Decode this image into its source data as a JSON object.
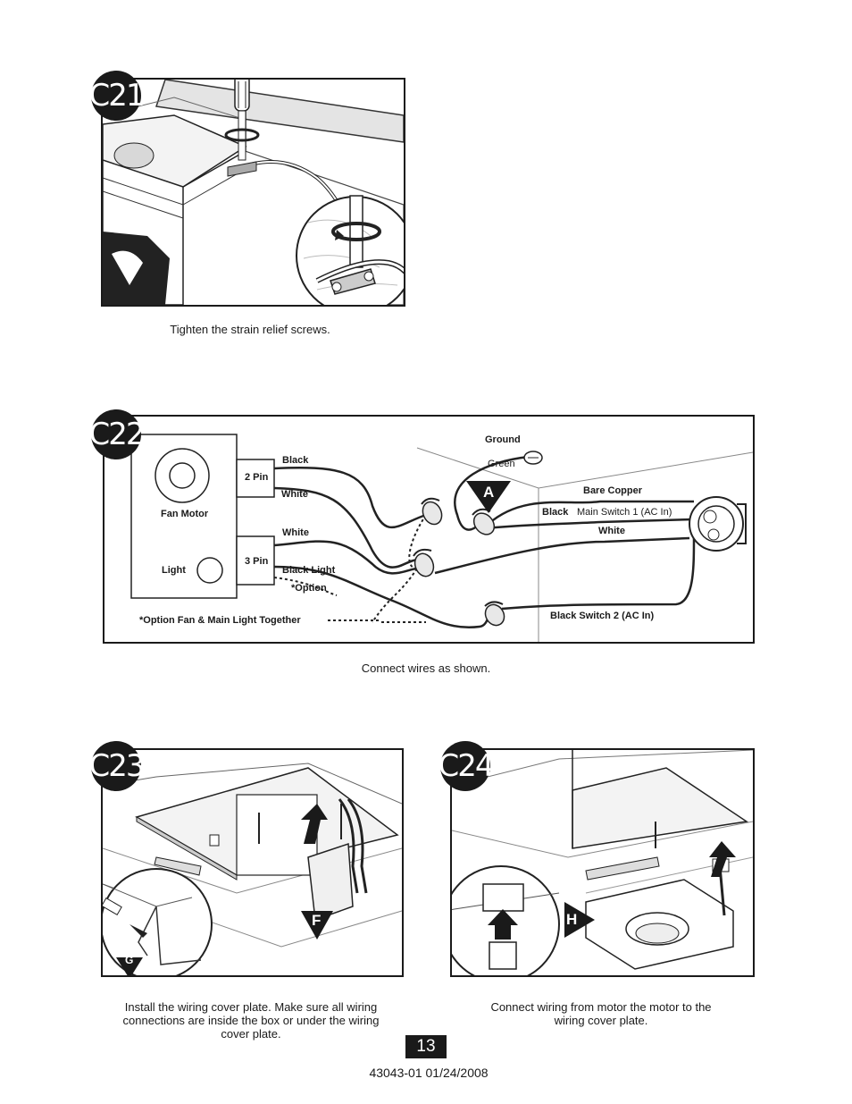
{
  "steps": [
    {
      "id": "C21",
      "caption": "Tighten the strain relief screws."
    },
    {
      "id": "C22",
      "caption": "Connect wires as shown."
    },
    {
      "id": "C23",
      "caption": "Install the wiring cover plate. Make sure all wiring connections are inside the box or under the wiring cover plate."
    },
    {
      "id": "C24",
      "caption": "Connect wiring from motor the motor to the wiring cover plate."
    }
  ],
  "wiring": {
    "fan_motor": "Fan Motor",
    "light": "Light",
    "pin2": "2 Pin",
    "pin3": "3 Pin",
    "black": "Black",
    "white_top": "White",
    "white_mid": "White",
    "black_light": "Black Light",
    "option": "*Option",
    "option_note": "*Option Fan & Main Light Together",
    "ground": "Ground",
    "green": "Green",
    "bare_copper": "Bare Copper",
    "black_sw1_a": "Black",
    "black_sw1_b": "Main Switch 1 (AC In)",
    "white_right": "White",
    "black_sw2": "Black Switch 2 (AC In)",
    "marker_a": "A"
  },
  "markers": {
    "f": "F",
    "g": "G",
    "h": "H"
  },
  "footer": {
    "page_number": "13",
    "doc_id": "43043-01  01/24/2008"
  }
}
